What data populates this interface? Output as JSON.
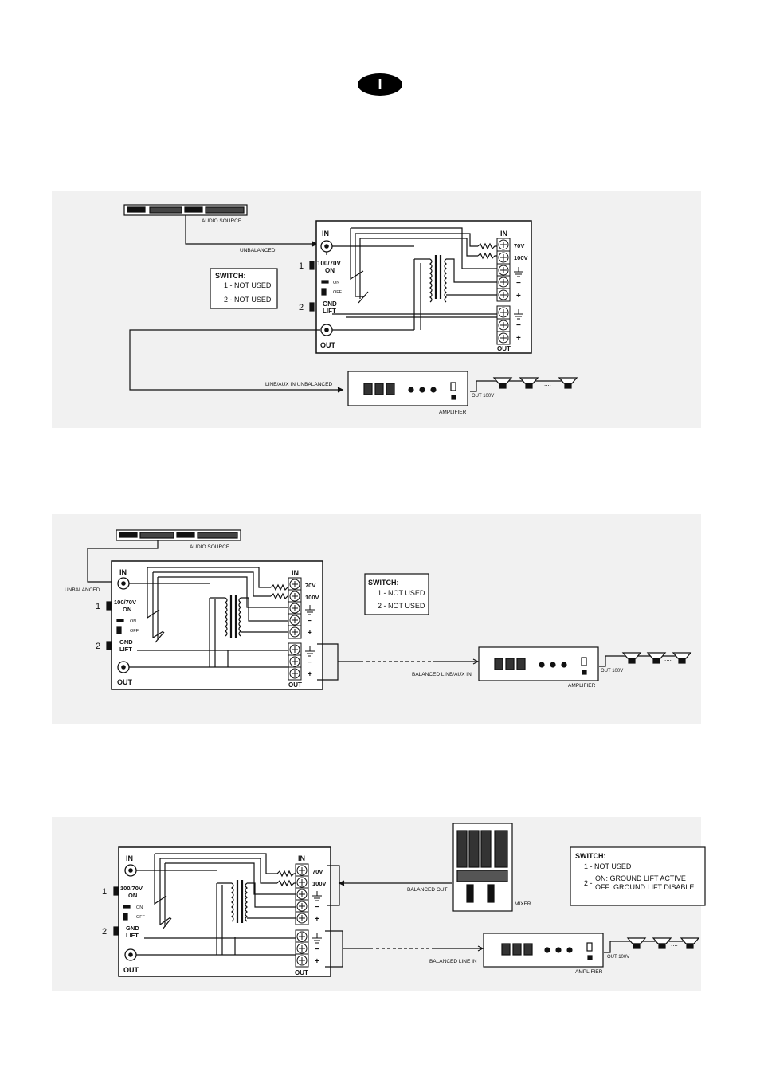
{
  "page": {
    "badge": "I"
  },
  "labels": {
    "audio_source": "AUDIO SOURCE",
    "unbalanced": "UNBALANCED",
    "in": "IN",
    "out": "OUT",
    "v70": "70V",
    "v100": "100V",
    "minus": "−",
    "plus": "+",
    "sw1_num": "1",
    "sw2_num": "2",
    "sw1_name_a": "100/70V",
    "sw1_name_b": "ON",
    "gnd_a": "GND",
    "gnd_b": "LIFT",
    "on": "ON",
    "off": "OFF",
    "amplifier": "AMPLIFIER",
    "out100v": "OUT 100V",
    "dots": "....",
    "mixer": "MIXER"
  },
  "diagram1": {
    "switch_title": "SWITCH:",
    "switch_1": "1 - NOT USED",
    "switch_2": "2 -  NOT USED",
    "amp_input": "LINE/AUX IN UNBALANCED"
  },
  "diagram2": {
    "switch_title": "SWITCH:",
    "switch_1": "1 - NOT USED",
    "switch_2": "2 -  NOT USED",
    "amp_input": "BALANCED LINE/AUX IN"
  },
  "diagram3": {
    "switch_title": "SWITCH:",
    "switch_1": "1 - NOT USED",
    "switch_2_prefix": "2 -",
    "switch_2_on": "ON: GROUND LIFT ACTIVE",
    "switch_2_off": "OFF: GROUND LIFT DISABLE",
    "mixer_output": "BALANCED OUT",
    "amp_input": "BALANCED LINE IN"
  }
}
